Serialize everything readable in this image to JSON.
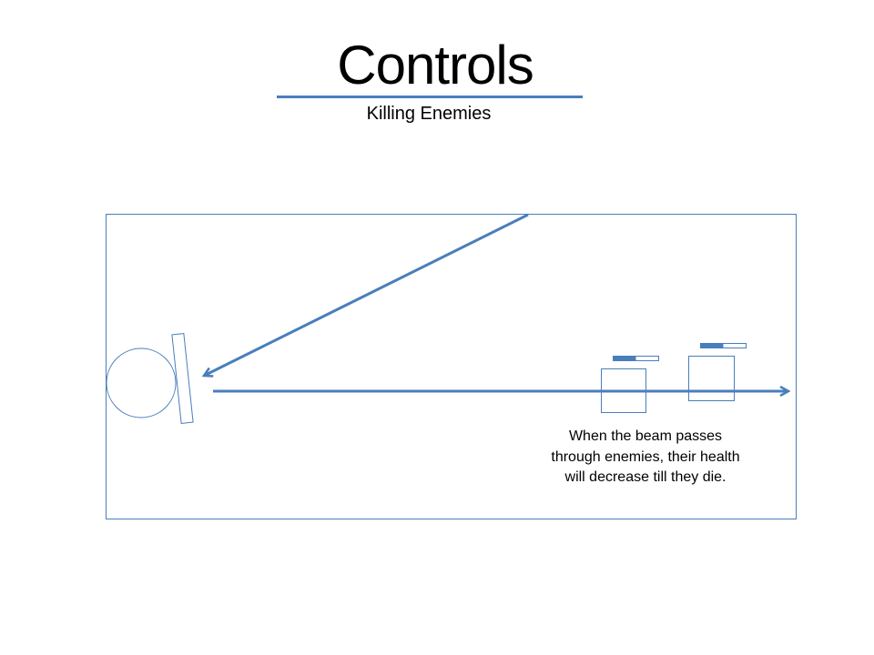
{
  "slide": {
    "title": "Controls",
    "subtitle": "Killing Enemies",
    "caption": "When the beam passes through enemies, their health will decrease till they die."
  },
  "colors": {
    "accent": "#4a7ebb",
    "background": "#ffffff",
    "text": "#000000"
  },
  "enemies": [
    {
      "health_fraction": 0.5
    },
    {
      "health_fraction": 0.5
    }
  ]
}
